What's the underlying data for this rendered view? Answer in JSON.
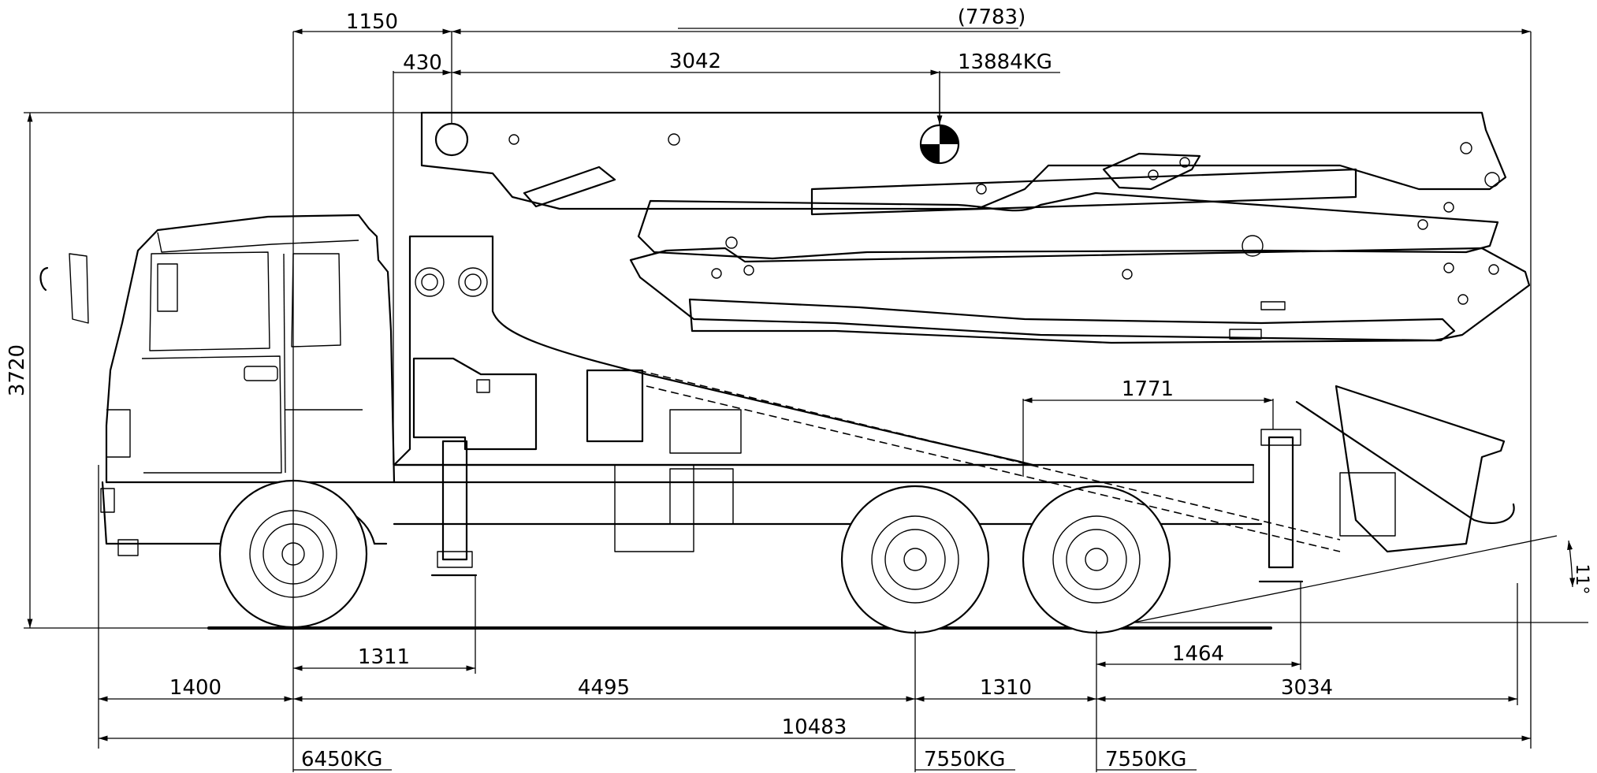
{
  "dimensions": {
    "top_overall": "(7783)",
    "cab_to_boom_pivot": "1150",
    "pivot_offset": "430",
    "pivot_to_cog": "3042",
    "boom_weight": "13884KG",
    "height": "3720",
    "rear_outrigger_to_rear": "1771",
    "front_outrigger": "1311",
    "rear_outrigger": "1464",
    "front_overhang": "1400",
    "wheelbase": "4495",
    "tandem_spacing": "1310",
    "rear_overhang": "3034",
    "overall_length": "10483",
    "front_axle_load": "6450KG",
    "rear_axle_1_load": "7550KG",
    "rear_axle_2_load": "7550KG",
    "departure_angle": "11°"
  }
}
